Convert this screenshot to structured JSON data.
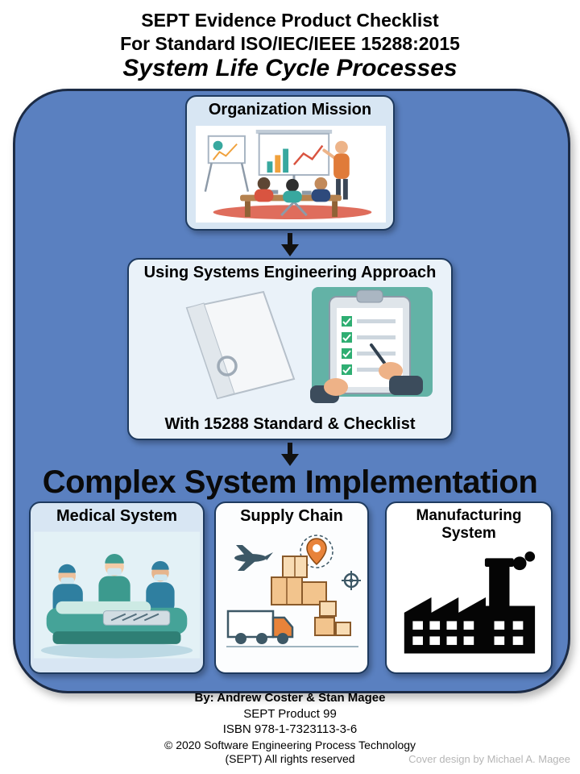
{
  "header": {
    "title_line1": "SEPT Evidence Product Checklist",
    "title_line2": "For Standard ISO/IEC/IEEE 15288:2015",
    "subtitle": "System Life Cycle Processes"
  },
  "flow": {
    "organization_mission": {
      "title": "Organization Mission",
      "illustration": "business-meeting-presentation-scene"
    },
    "systems_engineering": {
      "title": "Using Systems Engineering Approach",
      "caption": "With 15288 Standard & Checklist",
      "illustration": "binder-and-checklist-clipboard-scene"
    },
    "implementation_heading": "Complex System Implementation",
    "systems": [
      {
        "title": "Medical System",
        "illustration": "surgery-operating-table-scene"
      },
      {
        "title": "Supply Chain",
        "illustration": "logistics-truck-boxes-plane-scene"
      },
      {
        "title": "Manufacturing System",
        "illustration": "factory-silhouette-icon"
      }
    ]
  },
  "footer": {
    "byline": "By: Andrew Coster & Stan Magee",
    "product": "SEPT Product 99",
    "isbn": "ISBN 978-1-7323113-3-6",
    "copyright_line1": "© 2020 Software Engineering Process Technology",
    "copyright_line2": "(SEPT) All rights reserved",
    "design_credit": "Cover design by Michael A. Magee"
  },
  "colors": {
    "panel_blue": "#5a80c0",
    "box_light_blue": "#d8e6f3",
    "border_navy": "#1e3a5f",
    "arrow_black": "#111111",
    "teal_accent": "#63b2a6",
    "orange_accent": "#e8833a"
  }
}
